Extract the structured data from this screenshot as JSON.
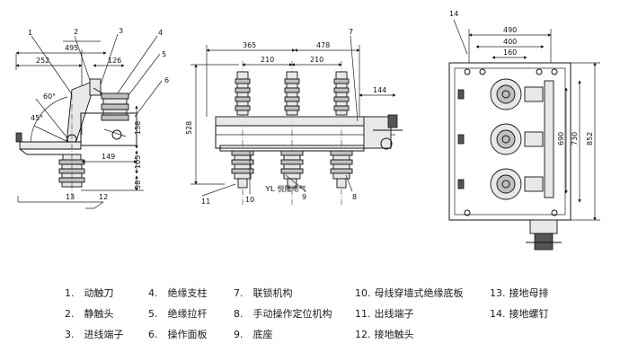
{
  "legend": [
    {
      "num": "1.",
      "text": "动触刀"
    },
    {
      "num": "2.",
      "text": "静触头"
    },
    {
      "num": "3.",
      "text": "进线端子"
    },
    {
      "num": "4.",
      "text": "绝缘支柱"
    },
    {
      "num": "5.",
      "text": "绝缘拉杆"
    },
    {
      "num": "6.",
      "text": "操作面板"
    },
    {
      "num": "7.",
      "text": "联锁机构"
    },
    {
      "num": "8.",
      "text": "手动操作定位机构"
    },
    {
      "num": "9.",
      "text": "底座"
    },
    {
      "num": "10.",
      "text": "母线穿墙式绝缘底板"
    },
    {
      "num": "11.",
      "text": "出线端子"
    },
    {
      "num": "12.",
      "text": "接地触头"
    },
    {
      "num": "13.",
      "text": "接地母排"
    },
    {
      "num": "14.",
      "text": "接地螺钉"
    }
  ],
  "side_view": {
    "callouts": [
      "1",
      "2",
      "3",
      "4",
      "5",
      "6",
      "13",
      "12"
    ],
    "dims": {
      "d252": "252",
      "d495": "495",
      "d126": "126",
      "d149": "149",
      "d158": "158",
      "d105": "105",
      "d58": "58"
    },
    "angles": {
      "a60": "60°",
      "a45": "45°"
    }
  },
  "front_view": {
    "callouts": [
      "7",
      "11",
      "10",
      "9",
      "8"
    ],
    "dims": {
      "d365": "365",
      "d478": "478",
      "d210a": "210",
      "d210b": "210",
      "d144": "144",
      "d528": "528"
    }
  },
  "rear_view": {
    "callouts": [
      "14"
    ],
    "dims": {
      "d490": "490",
      "d400": "400",
      "d160": "160",
      "d690": "690",
      "d730": "730",
      "d852": "852"
    }
  },
  "watermark": "YL 悦隆电气"
}
